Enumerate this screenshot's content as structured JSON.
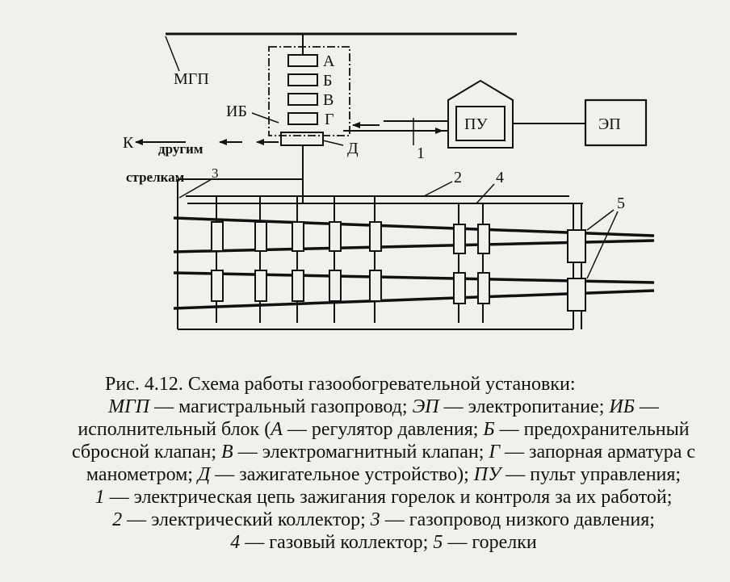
{
  "labels": {
    "mgp": "МГП",
    "ib": "ИБ",
    "pu": "ПУ",
    "ep": "ЭП",
    "a": "А",
    "b": "Б",
    "v": "В",
    "g": "Г",
    "d": "Д",
    "k": "К",
    "drugim": "другим",
    "strelkam": "стрелкам",
    "n1": "1",
    "n2": "2",
    "n3": "3",
    "n4": "4",
    "n5": "5"
  },
  "caption": {
    "title": "Рис. 4.12. Схема работы газообогревательной установки:",
    "lines": [
      [
        {
          "t": "МГП",
          "i": true
        },
        {
          "t": " — магистральный газопровод; ",
          "i": false
        },
        {
          "t": "ЭП",
          "i": true
        },
        {
          "t": " — электропитание; ",
          "i": false
        },
        {
          "t": "ИБ",
          "i": true
        },
        {
          "t": " —",
          "i": false
        }
      ],
      [
        {
          "t": "исполнительный блок (",
          "i": false
        },
        {
          "t": "А",
          "i": true
        },
        {
          "t": " — регулятор давления; ",
          "i": false
        },
        {
          "t": "Б",
          "i": true
        },
        {
          "t": " — предохранительный",
          "i": false
        }
      ],
      [
        {
          "t": "сбросной клапан; ",
          "i": false
        },
        {
          "t": "В",
          "i": true
        },
        {
          "t": " — электромагнитный клапан; ",
          "i": false
        },
        {
          "t": "Г",
          "i": true
        },
        {
          "t": " — запорная арматура с",
          "i": false
        }
      ],
      [
        {
          "t": "манометром; ",
          "i": false
        },
        {
          "t": "Д",
          "i": true
        },
        {
          "t": " — зажигательное устройство); ",
          "i": false
        },
        {
          "t": "ПУ",
          "i": true
        },
        {
          "t": " — пульт управления;",
          "i": false
        }
      ],
      [
        {
          "t": "1",
          "i": true
        },
        {
          "t": " — электрическая цепь зажигания горелок и контроля за их работой;",
          "i": false
        }
      ],
      [
        {
          "t": "2",
          "i": true
        },
        {
          "t": " — электрический коллектор; ",
          "i": false
        },
        {
          "t": "3",
          "i": true
        },
        {
          "t": " — газопровод низкого давления;",
          "i": false
        }
      ],
      [
        {
          "t": "4",
          "i": true
        },
        {
          "t": " — газовый коллектор; ",
          "i": false
        },
        {
          "t": "5",
          "i": true
        },
        {
          "t": " — горелки",
          "i": false
        }
      ]
    ]
  }
}
